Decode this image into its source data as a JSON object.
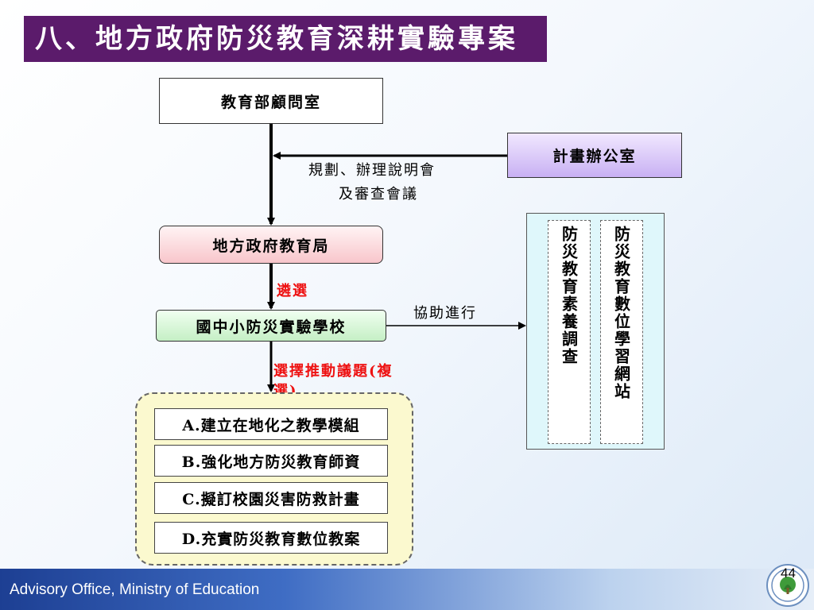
{
  "title": "八、地方政府防災教育深耕實驗專案",
  "nodes": {
    "advisory_office": "教育部顧問室",
    "planning_office": "計畫辦公室",
    "local_bureau": "地方政府教育局",
    "experimental_school": "國中小防災實驗學校"
  },
  "edge_labels": {
    "briefing_line1": "規劃、辦理說明會",
    "briefing_line2": "及審查會議",
    "selection": "遴選",
    "assist": "協助進行",
    "topics_line1": "選擇推動議題(複",
    "topics_line2": "選)"
  },
  "side_panel": {
    "survey": "防災教育素養調查",
    "website": "防災教育數位學習網站"
  },
  "topics": [
    "A.建立在地化之教學模組",
    "B.強化地方防災教育師資",
    "C.擬訂校園災害防救計畫",
    "D.充實防災教育數位教案"
  ],
  "footer": {
    "org": "Advisory Office, Ministry of Education",
    "page_number": "44"
  },
  "colors": {
    "title_bg": "#5b1b6b",
    "highlight_text": "#ee1111",
    "footer_bar": "#1d3f93"
  }
}
